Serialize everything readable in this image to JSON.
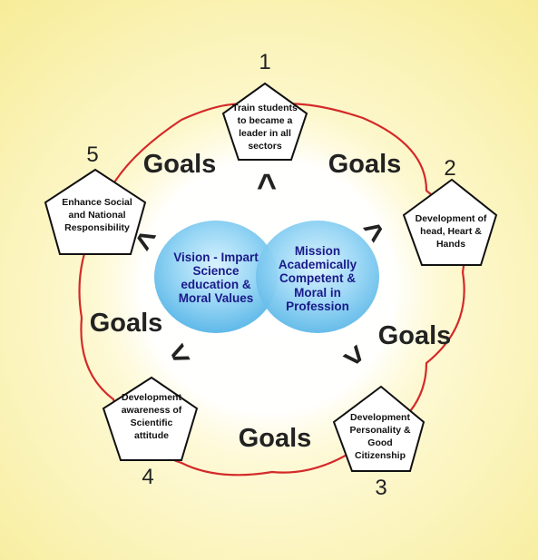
{
  "center": {
    "vision": "Vision - Impart Science education & Moral Values",
    "mission": "Mission Academically Competent & Moral in Profession"
  },
  "nodes": [
    {
      "number": "1",
      "text": "Train students to became a leader in all sectors"
    },
    {
      "number": "2",
      "text": "Development of head, Heart & Hands"
    },
    {
      "number": "3",
      "text": "Development Personality & Good Citizenship"
    },
    {
      "number": "4",
      "text": "Development awareness of Scientific attitude"
    },
    {
      "number": "5",
      "text": "Enhance Social and National Responsibility"
    }
  ],
  "goals_label": "Goals",
  "arrow_glyph": "^",
  "colors": {
    "background": "#f7ec98",
    "circle_outline": "#d42a2a",
    "bubble": "#8fd3f4",
    "center_text": "#1a1a8a",
    "pentagon_fill": "#ffffff",
    "pentagon_stroke": "#111111"
  }
}
